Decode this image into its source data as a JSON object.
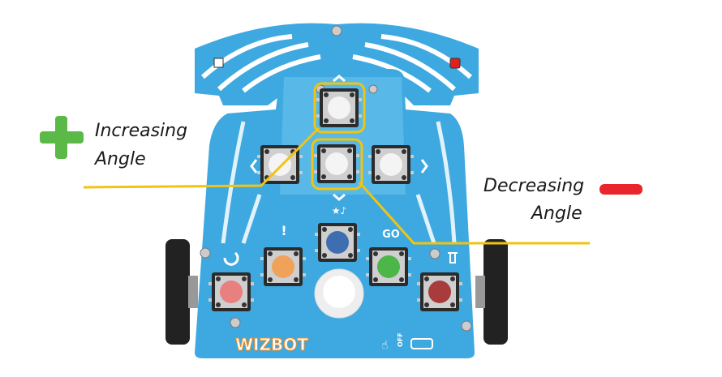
{
  "annotations": {
    "increasing": {
      "line1": "Increasing",
      "line2": "Angle",
      "icon": "plus-icon",
      "color": "#5bb947"
    },
    "decreasing": {
      "line1": "Decreasing",
      "line2": "Angle",
      "icon": "minus-icon",
      "color": "#e8262b"
    }
  },
  "board": {
    "logo": "WIZBOT",
    "switch_label": "OFF",
    "go_label": "GO",
    "alert_label": "!",
    "board_color": "#3ea9e0",
    "highlight_color": "#f2c40f",
    "buttons": [
      {
        "name": "up",
        "color": "#f4f4f4"
      },
      {
        "name": "left",
        "color": "#f4f4f4"
      },
      {
        "name": "center",
        "color": "#f4f4f4"
      },
      {
        "name": "right",
        "color": "#f4f4f4"
      },
      {
        "name": "music",
        "color": "#3f6eb0"
      },
      {
        "name": "alert",
        "color": "#f0a25a"
      },
      {
        "name": "go",
        "color": "#4cb648"
      },
      {
        "name": "reset",
        "color": "#e88080"
      },
      {
        "name": "delete",
        "color": "#a83b3b"
      }
    ]
  }
}
